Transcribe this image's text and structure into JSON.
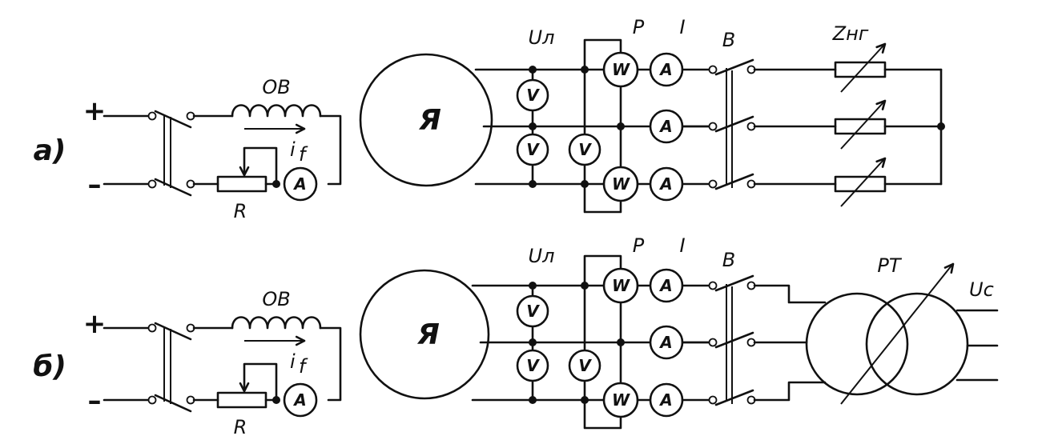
{
  "labels": {
    "a": "а)",
    "b": "б)",
    "plus": "+",
    "minus": "–",
    "ov": "OB",
    "if_sym": "i",
    "if_sub": "f",
    "r": "R",
    "ya": "Я",
    "ul": "Uл",
    "p": "P",
    "i": "I",
    "v_switch": "B",
    "znl": "Zнг",
    "rt": "PT",
    "uc": "Uc",
    "volt": "V",
    "watt": "W",
    "amp": "A"
  }
}
